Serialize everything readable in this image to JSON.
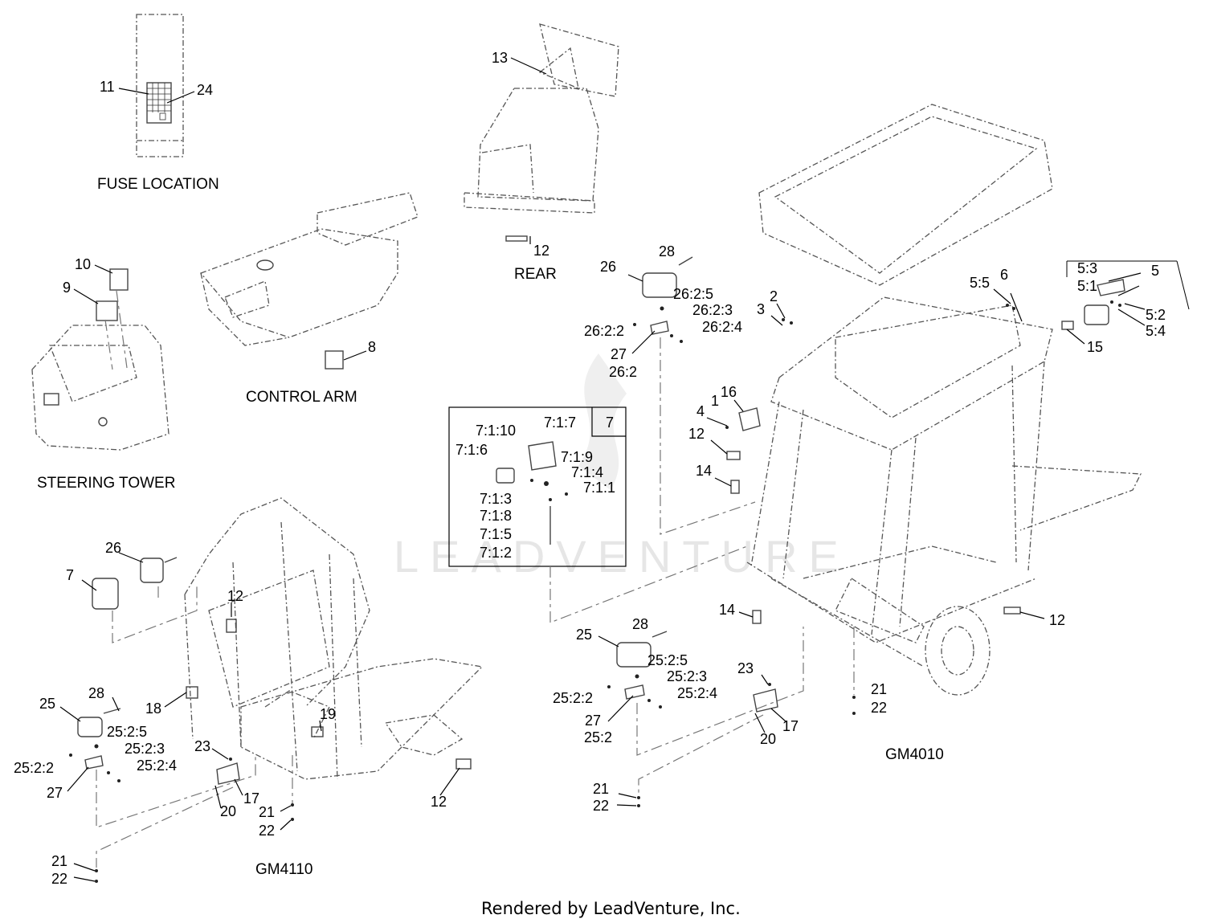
{
  "sections": {
    "fuse_location": "FUSE LOCATION",
    "rear": "REAR",
    "control_arm": "CONTROL ARM",
    "steering_tower": "STEERING TOWER",
    "gm4010": "GM4010",
    "gm4110": "GM4110"
  },
  "watermark": "LEADVENTURE",
  "footer": "Rendered by LeadVenture, Inc.",
  "detail_box_number": "7",
  "callouts": {
    "fuse_11": "11",
    "fuse_24": "24",
    "rear_13": "13",
    "rear_12": "12",
    "steer_10": "10",
    "steer_9": "9",
    "arm_8": "8",
    "top_26": "26",
    "top_28": "28",
    "top_26_2_5": "26:2:5",
    "top_26_2_3": "26:2:3",
    "top_26_2_2": "26:2:2",
    "top_26_2_4": "26:2:4",
    "top_27": "27",
    "top_26_2": "26:2",
    "d_7_1_10": "7:1:10",
    "d_7_1_7": "7:1:7",
    "d_7_1_6": "7:1:6",
    "d_7_1_9": "7:1:9",
    "d_7_1_4": "7:1:4",
    "d_7_1_1": "7:1:1",
    "d_7_1_3": "7:1:3",
    "d_7_1_8": "7:1:8",
    "d_7_1_5": "7:1:5",
    "d_7_1_2": "7:1:2",
    "r_2": "2",
    "r_3": "3",
    "r_5_5": "5:5",
    "r_6": "6",
    "r_5": "5",
    "r_5_3": "5:3",
    "r_5_1": "5:1",
    "r_5_2": "5:2",
    "r_5_4": "5:4",
    "r_15": "15",
    "r_16": "16",
    "r_4": "4",
    "r_1": "1",
    "r_12a": "12",
    "r_14a": "14",
    "r_14b": "14",
    "r_12b": "12",
    "m_25": "25",
    "m_28": "28",
    "m_25_2_5": "25:2:5",
    "m_25_2_3": "25:2:3",
    "m_25_2_2": "25:2:2",
    "m_25_2_4": "25:2:4",
    "m_27": "27",
    "m_25_2": "25:2",
    "m_23": "23",
    "m_17": "17",
    "m_20": "20",
    "m_21a": "21",
    "m_22a": "22",
    "m_21b": "21",
    "m_22b": "22",
    "l_26": "26",
    "l_7": "7",
    "l_12a": "12",
    "l_28": "28",
    "l_25": "25",
    "l_18": "18",
    "l_19": "19",
    "l_25_2_5": "25:2:5",
    "l_25_2_3": "25:2:3",
    "l_25_2_2": "25:2:2",
    "l_25_2_4": "25:2:4",
    "l_27": "27",
    "l_23": "23",
    "l_17": "17",
    "l_20": "20",
    "l_21a": "21",
    "l_22a": "22",
    "l_12b": "12",
    "l_21b": "21",
    "l_22b": "22"
  }
}
